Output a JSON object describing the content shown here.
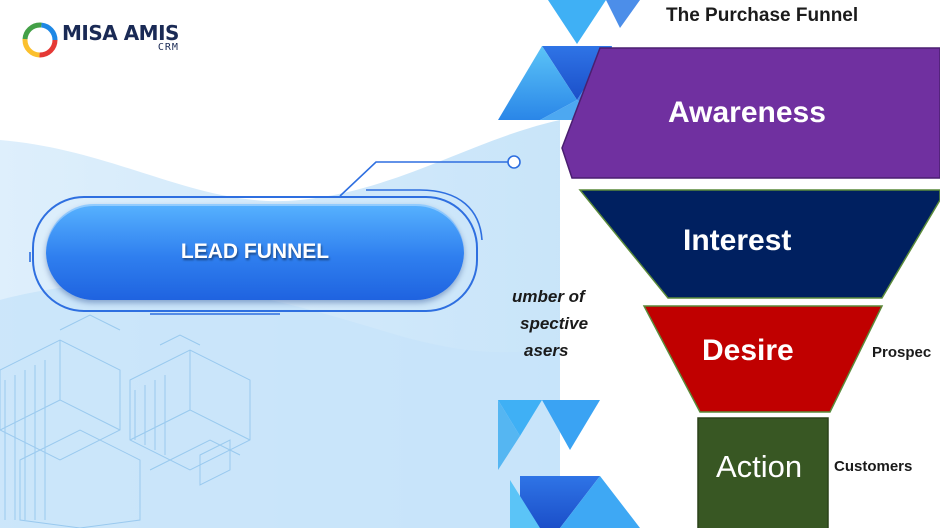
{
  "logo": {
    "name": "MISA AMIS",
    "sub": "CRM"
  },
  "lead_button": {
    "label": "LEAD FUNNEL"
  },
  "funnel": {
    "title": "The Purchase Funnel",
    "stages": [
      {
        "label": "Awareness",
        "color": "#7030a0"
      },
      {
        "label": "Interest",
        "color": "#002060"
      },
      {
        "label": "Desire",
        "color": "#c00000"
      },
      {
        "label": "Action",
        "color": "#385723"
      }
    ],
    "side_note_lines": [
      "umber of",
      "spective",
      "asers"
    ],
    "right_labels": {
      "prospects": "Prospec",
      "customers": "Customers"
    }
  },
  "colors": {
    "accent_blue": "#2f7fef",
    "light_blue": "#cfe8fb",
    "triangle_blue": "#3fa9f5"
  }
}
